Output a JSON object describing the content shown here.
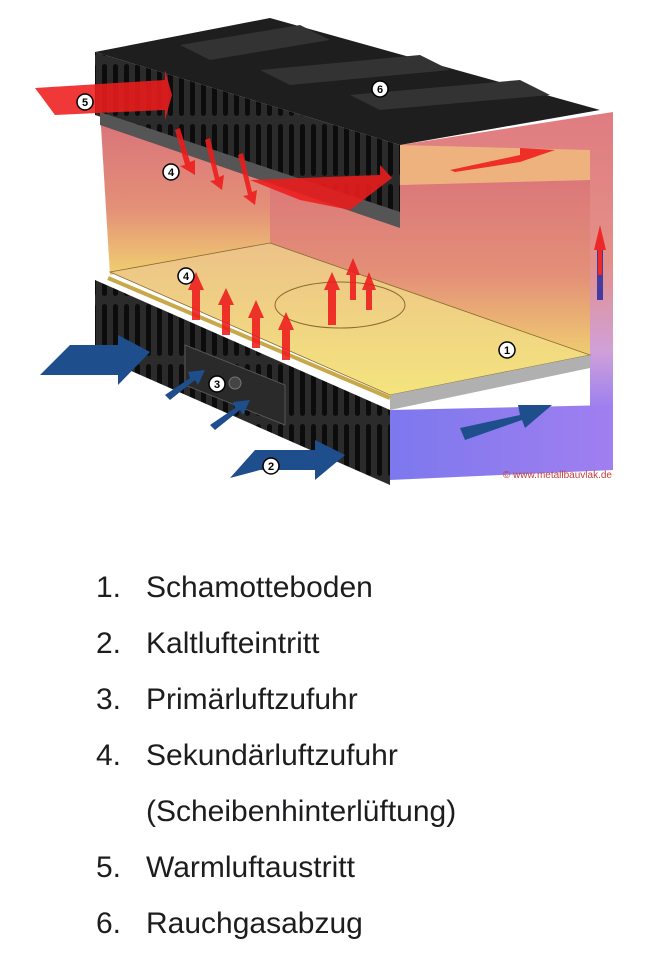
{
  "diagram": {
    "copyright": "© www.metallbauvlak.de",
    "labels": [
      "1",
      "2",
      "3",
      "4",
      "4",
      "5",
      "6"
    ],
    "colors": {
      "hot": "#e8323a",
      "cold": "#1f4e8c",
      "housing": "#2a2a2a",
      "floor": "#f2e08a",
      "underside": "#8a7ff0"
    }
  },
  "legend": [
    {
      "num": "1.",
      "text": "Schamotteboden"
    },
    {
      "num": "2.",
      "text": "Kaltlufteintritt"
    },
    {
      "num": "3.",
      "text": "Primärluftzufuhr"
    },
    {
      "num": "4.",
      "text": "Sekundärluftzufuhr",
      "sub": "(Scheibenhinterlüftung)"
    },
    {
      "num": "5.",
      "text": "Warmluftaustritt"
    },
    {
      "num": "6.",
      "text": "Rauchgasabzug"
    }
  ]
}
